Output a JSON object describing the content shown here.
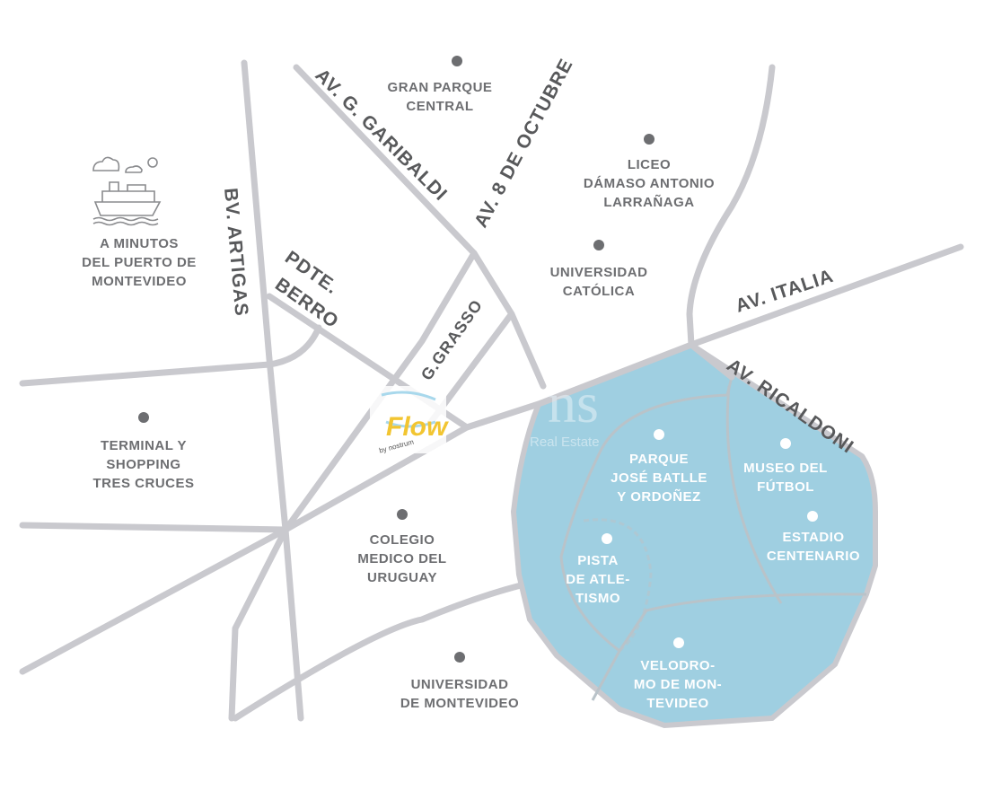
{
  "streets": {
    "garibaldi": "AV. G. GARIBALDI",
    "octubre": "AV. 8 DE OCTUBRE",
    "artigas": "BV. ARTIGAS",
    "berro_1": "PDTE.",
    "berro_2": "BERRO",
    "grasso": "G.GRASSO",
    "italia": "AV. ITALIA",
    "ricaldoni": "AV. RICALDONI"
  },
  "places": {
    "gran_parque": [
      "GRAN PARQUE",
      "CENTRAL"
    ],
    "liceo": [
      "LICEO",
      "DÁMASO ANTONIO",
      "LARRAÑAGA"
    ],
    "universidad_catolica": [
      "UNIVERSIDAD",
      "CATÓLICA"
    ],
    "puerto": [
      "A MINUTOS",
      "DEL PUERTO DE",
      "MONTEVIDEO"
    ],
    "terminal": [
      "TERMINAL Y",
      "SHOPPING",
      "TRES CRUCES"
    ],
    "colegio": [
      "COLEGIO",
      "MEDICO DEL",
      "URUGUAY"
    ],
    "universidad_montevideo": [
      "UNIVERSIDAD",
      "DE MONTEVIDEO"
    ],
    "parque": [
      "PARQUE",
      "JOSÉ BATLLE",
      "Y ORDOÑEZ"
    ],
    "museo": [
      "MUSEO DEL",
      "FÚTBOL"
    ],
    "estadio": [
      "ESTADIO",
      "CENTENARIO"
    ],
    "pista": [
      "PISTA",
      "DE ATLE-",
      "TISMO"
    ],
    "velodromo": [
      "VELODRO-",
      "MO DE MON-",
      "TEVIDEO"
    ]
  },
  "logo": {
    "name": "Flow",
    "sub": "by nostrum"
  },
  "watermark": {
    "main": "ns",
    "sub": "Real Estate"
  },
  "colors": {
    "park": "#9fcfe1",
    "road": "#c9c9ce",
    "text": "#6d6e71"
  }
}
